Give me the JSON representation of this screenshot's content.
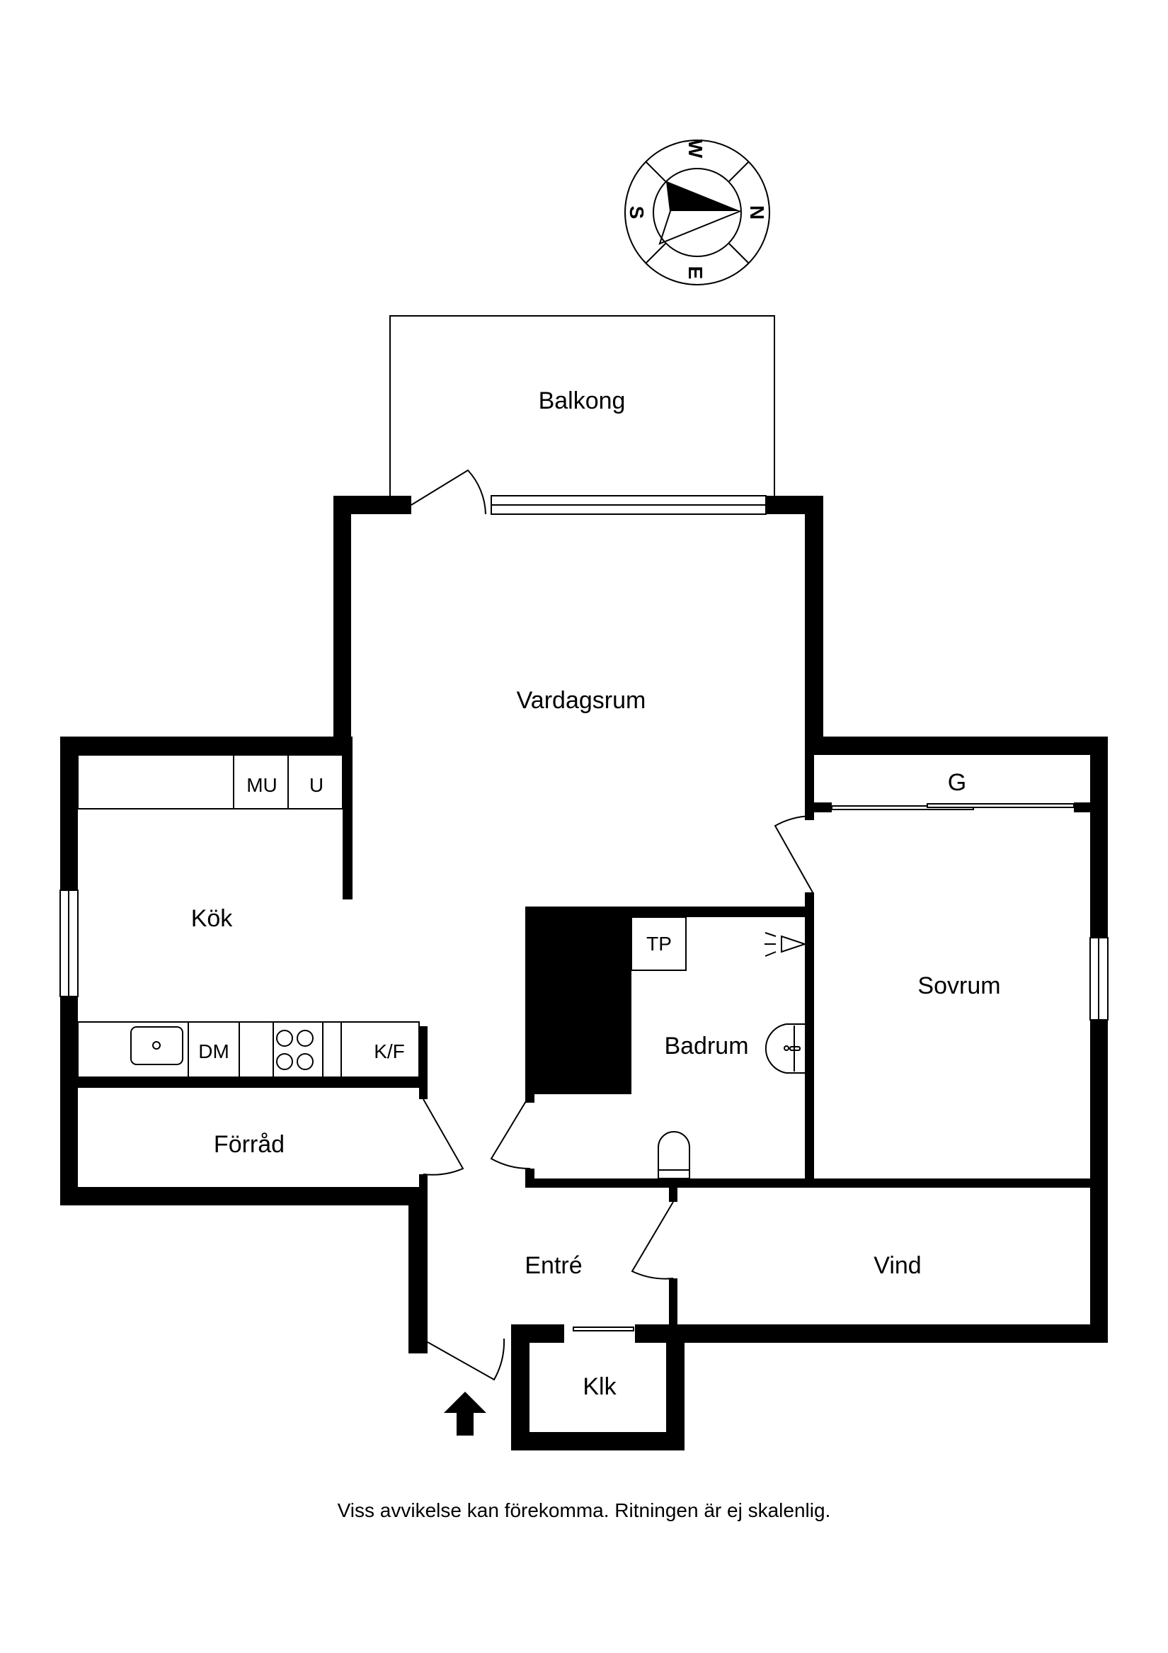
{
  "compass": {
    "letters": {
      "north": "N",
      "south": "S",
      "east": "E",
      "west": "W"
    }
  },
  "rooms": {
    "balkong": "Balkong",
    "vardagsrum": "Vardagsrum",
    "kok": "Kök",
    "forrad": "Förråd",
    "badrum": "Badrum",
    "sovrum": "Sovrum",
    "entre": "Entré",
    "vind": "Vind",
    "klk": "Klk",
    "garderob": "G"
  },
  "fixtures": {
    "mikro": "MU",
    "ugn": "U",
    "diskmaskin": "DM",
    "kyl_frys": "K/F",
    "tvattmaskin": "TP"
  },
  "colors": {
    "wall": "#000000",
    "background": "#ffffff"
  },
  "footer": {
    "disclaimer": "Viss avvikelse kan förekomma. Ritningen är ej skalenlig."
  }
}
